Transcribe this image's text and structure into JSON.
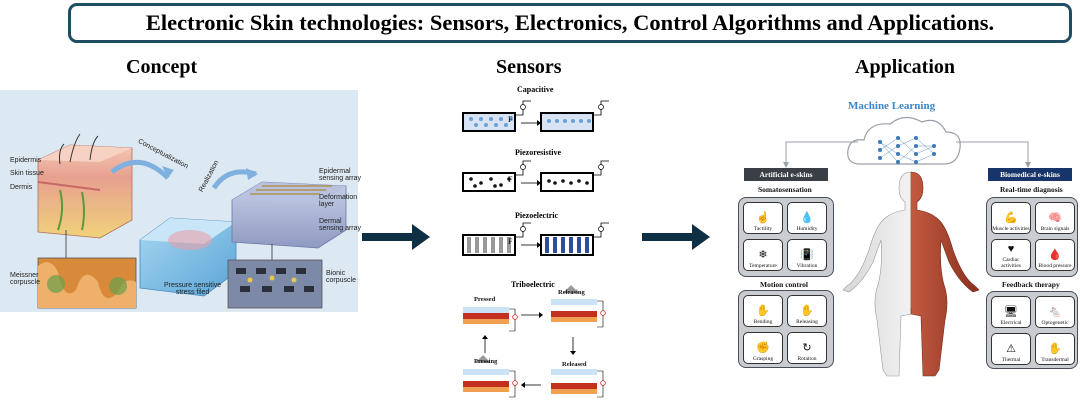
{
  "title": "Electronic Skin technologies: Sensors, Electronics, Control Algorithms and Applications.",
  "sections": {
    "concept": "Concept",
    "sensors": "Sensors",
    "application": "Application"
  },
  "concept": {
    "epidermis": "Epidermis",
    "skin_tissue": "Skin tissue",
    "dermis": "Dermis",
    "conceptualization": "Conceptualization",
    "realization": "Realization",
    "epidermal_array": [
      "Epidermal",
      "sensing array"
    ],
    "deformation_layer": [
      "Deformation",
      "layer"
    ],
    "dermal_array": [
      "Dermal",
      "sensing array"
    ],
    "meissner": [
      "Meissner",
      "corpuscle"
    ],
    "pressure_field": [
      "Pressure sensitive",
      "stress filed"
    ],
    "bionic": [
      "Bionic",
      "corpuscle"
    ]
  },
  "sensors": {
    "capacitive": "Capacitive",
    "piezoresistive": "Piezoresistive",
    "piezoelectric": "Piezoelectric",
    "triboelectric": "Triboelectric",
    "force": "F",
    "pressed": "Pressed",
    "releasing": "Releasing",
    "pressing": "Pressing",
    "released": "Released"
  },
  "application": {
    "machine_learning": "Machine Learning",
    "artificial_header": "Artificial e-skins",
    "somatosensation": "Somatosensation",
    "soma_tiles": [
      {
        "label": "Tactility",
        "icon": "hand-touch-icon",
        "glyph": "☝"
      },
      {
        "label": "Humidity",
        "icon": "droplet-icon",
        "glyph": "💧"
      },
      {
        "label": "Temperature",
        "icon": "snowflake-sun-icon",
        "glyph": "❄"
      },
      {
        "label": "Vibration",
        "icon": "phone-vibration-icon",
        "glyph": "📳"
      }
    ],
    "motion_control": "Motion control",
    "motion_tiles": [
      {
        "label": "Bending",
        "icon": "bent-finger-icon",
        "glyph": "✋"
      },
      {
        "label": "Releasing",
        "icon": "releasing-hand-icon",
        "glyph": "✋"
      },
      {
        "label": "Grasping",
        "icon": "grasping-hand-icon",
        "glyph": "✊"
      },
      {
        "label": "Rotation",
        "icon": "rotating-hand-icon",
        "glyph": "↻"
      }
    ],
    "biomedical_header": "Biomedical e-skins",
    "realtime": "Real-time diagnosis",
    "diag_tiles": [
      {
        "label": "Muscle activities",
        "icon": "muscle-icon",
        "glyph": "💪"
      },
      {
        "label": "Brain signals",
        "icon": "brain-icon",
        "glyph": "🧠"
      },
      {
        "label": "Cardiac activities",
        "icon": "heart-icon",
        "glyph": "♥"
      },
      {
        "label": "Blood pressure",
        "icon": "blood-drop-icon",
        "glyph": "🩸"
      }
    ],
    "feedback": "Feedback therapy",
    "therapy_tiles": [
      {
        "label": "Electrical",
        "icon": "monitor-icon",
        "glyph": "🖥"
      },
      {
        "label": "Optogenetic",
        "icon": "mouse-icon",
        "glyph": "🐁"
      },
      {
        "label": "Thermal",
        "icon": "warning-icon",
        "glyph": "⚠"
      },
      {
        "label": "Transdermal",
        "icon": "hand-patch-icon",
        "glyph": "✋"
      }
    ]
  },
  "colors": {
    "banner_border": "#1f4e64",
    "arrow": "#0f2f44",
    "panel_header": "#3a3f46",
    "bio_header": "#17356a",
    "ml_text": "#3a86c8"
  }
}
